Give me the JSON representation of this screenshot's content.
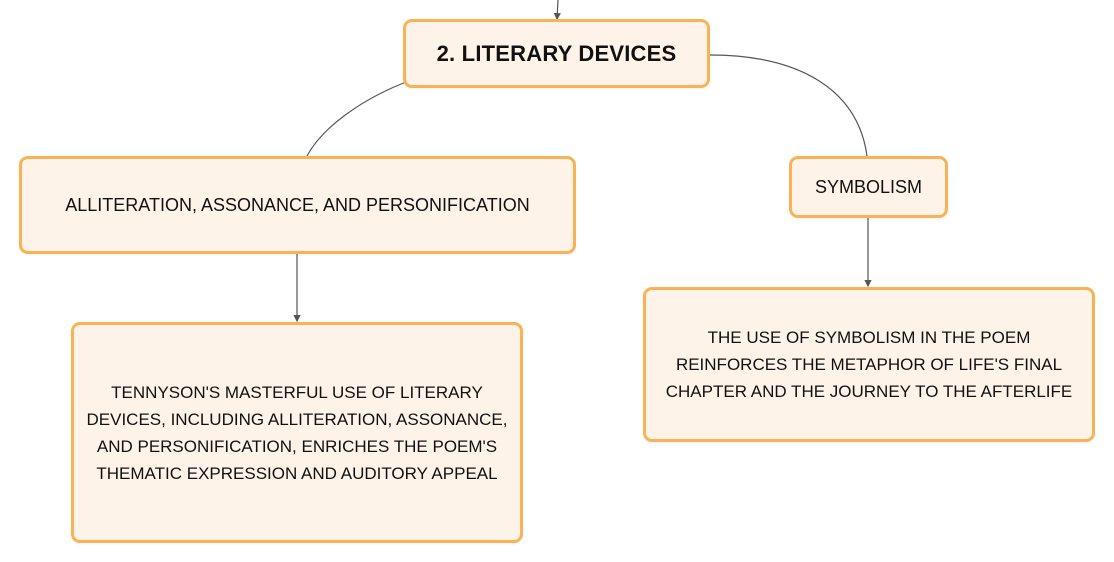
{
  "diagram": {
    "root": {
      "label": "2. LITERARY DEVICES"
    },
    "branches": [
      {
        "label": "ALLITERATION, ASSONANCE, AND PERSONIFICATION",
        "child": "TENNYSON'S MASTERFUL USE OF LITERARY DEVICES, INCLUDING ALLITERATION, ASSONANCE, AND PERSONIFICATION, ENRICHES THE POEM'S THEMATIC EXPRESSION AND AUDITORY APPEAL"
      },
      {
        "label": "SYMBOLISM",
        "child": "THE USE OF SYMBOLISM IN THE POEM REINFORCES THE METAPHOR OF LIFE'S FINAL CHAPTER AND THE JOURNEY TO THE AFTERLIFE"
      }
    ]
  },
  "colors": {
    "node_fill": "#fef3e8",
    "node_border": "#f7b356",
    "connector": "#555555"
  }
}
